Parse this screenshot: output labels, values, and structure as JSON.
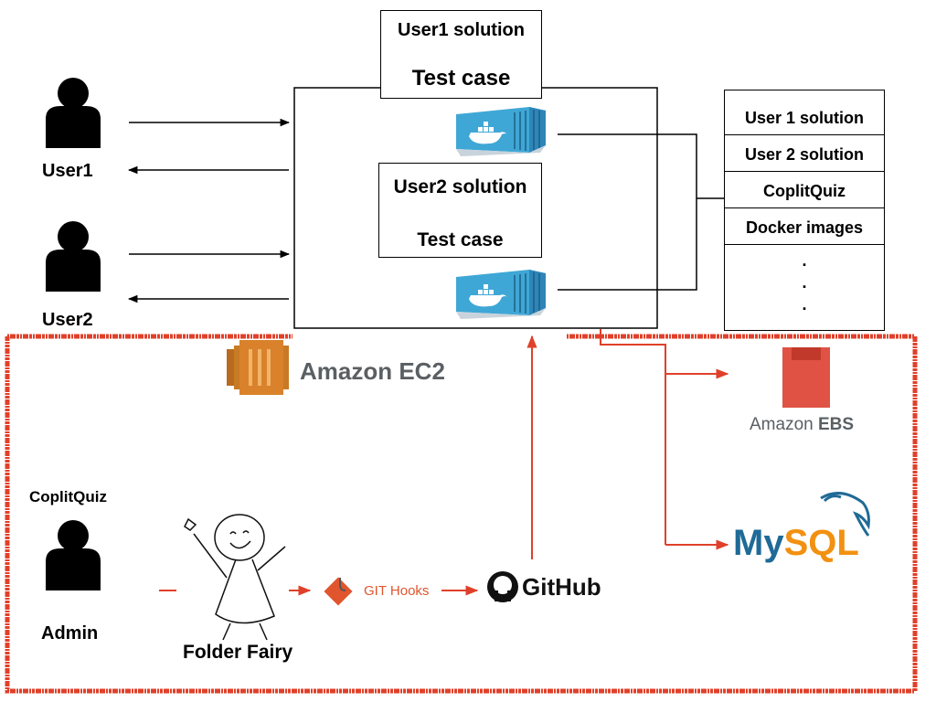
{
  "users": {
    "user1": "User1",
    "user2": "User2",
    "admin": "Admin",
    "admin_group": "CoplitQuiz"
  },
  "container_boxes": {
    "user1_solution": "User1 solution",
    "user1_test": "Test case",
    "user2_solution": "User2 solution",
    "user2_test": "Test case"
  },
  "storage_stack": {
    "items": [
      "User 1 solution",
      "User 2 solution",
      "CoplitQuiz",
      "Docker images"
    ],
    "ellipsis": "."
  },
  "services": {
    "ec2": "Amazon EC2",
    "ebs_prefix": "Amazon",
    "ebs_suffix": "EBS",
    "mysql_my": "My",
    "mysql_sql": "SQL",
    "git_hooks": "GIT Hooks",
    "github": "GitHub",
    "folder_fairy": "Folder Fairy"
  },
  "colors": {
    "accent_red": "#e0402a",
    "aws_orange": "#d9822b",
    "ebs_red": "#e05243",
    "docker_blue": "#3fa7d6",
    "mysql_blue": "#1f6a96",
    "mysql_orange": "#f29111"
  },
  "icons": [
    "person-icon",
    "docker-container-icon",
    "amazon-ec2-icon",
    "amazon-ebs-icon",
    "mysql-dolphin-icon",
    "git-hooks-icon",
    "github-octocat-icon",
    "folder-fairy-drawing"
  ]
}
